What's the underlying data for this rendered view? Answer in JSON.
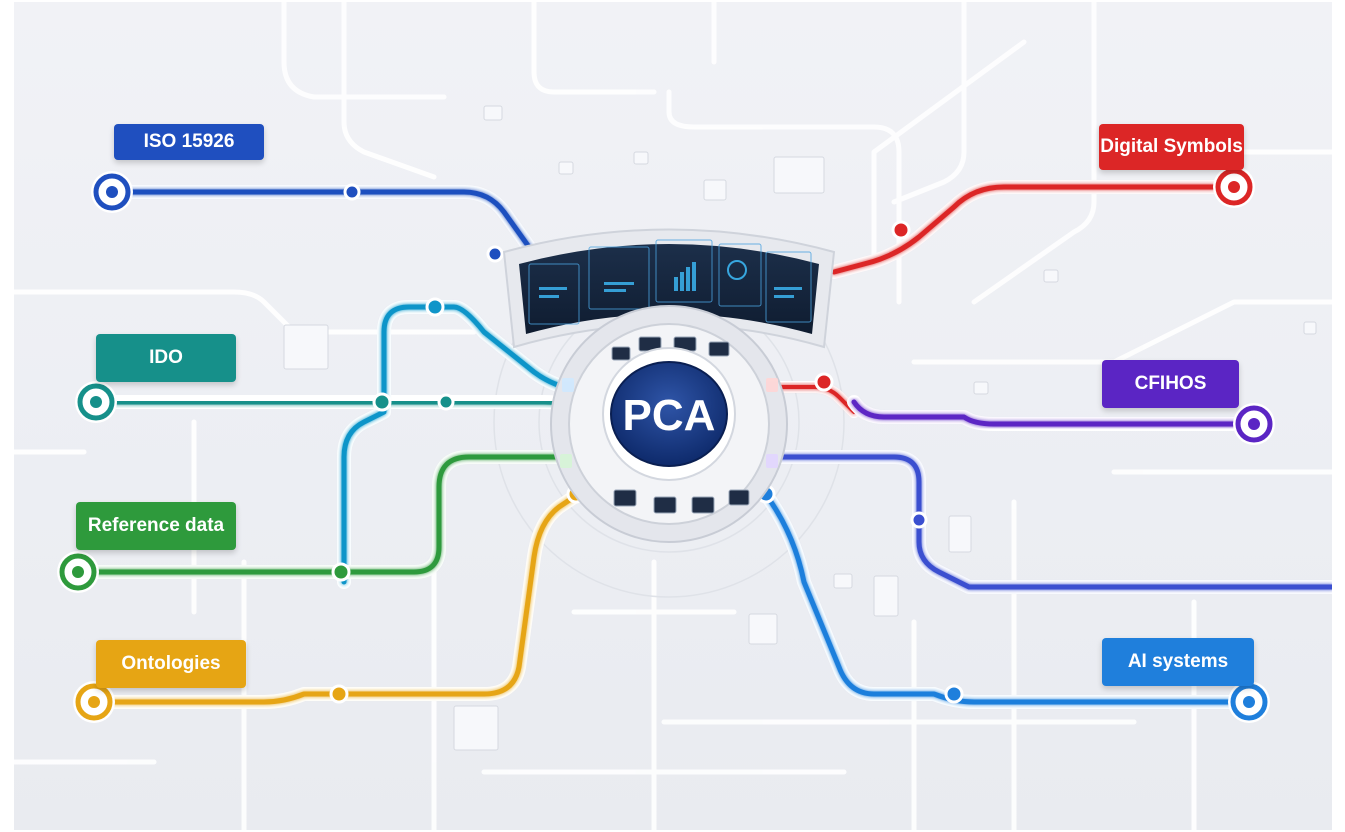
{
  "hub": {
    "label": "PCA"
  },
  "sources": [
    {
      "id": "iso",
      "label": "ISO 15926",
      "color": "#1f4fbf"
    },
    {
      "id": "ido",
      "label": "IDO",
      "color": "#16908a"
    },
    {
      "id": "ref",
      "label": "Reference data",
      "color": "#2e9a3c"
    },
    {
      "id": "onto",
      "label": "Ontologies",
      "color": "#e6a514"
    }
  ],
  "targets": [
    {
      "id": "digsym",
      "label": "Digital Symbols",
      "color": "#dc2626"
    },
    {
      "id": "cfihos",
      "label": "CFIHOS",
      "color": "#5b25c4"
    },
    {
      "id": "ai",
      "label": "AI systems",
      "color": "#1f7fdc"
    }
  ]
}
